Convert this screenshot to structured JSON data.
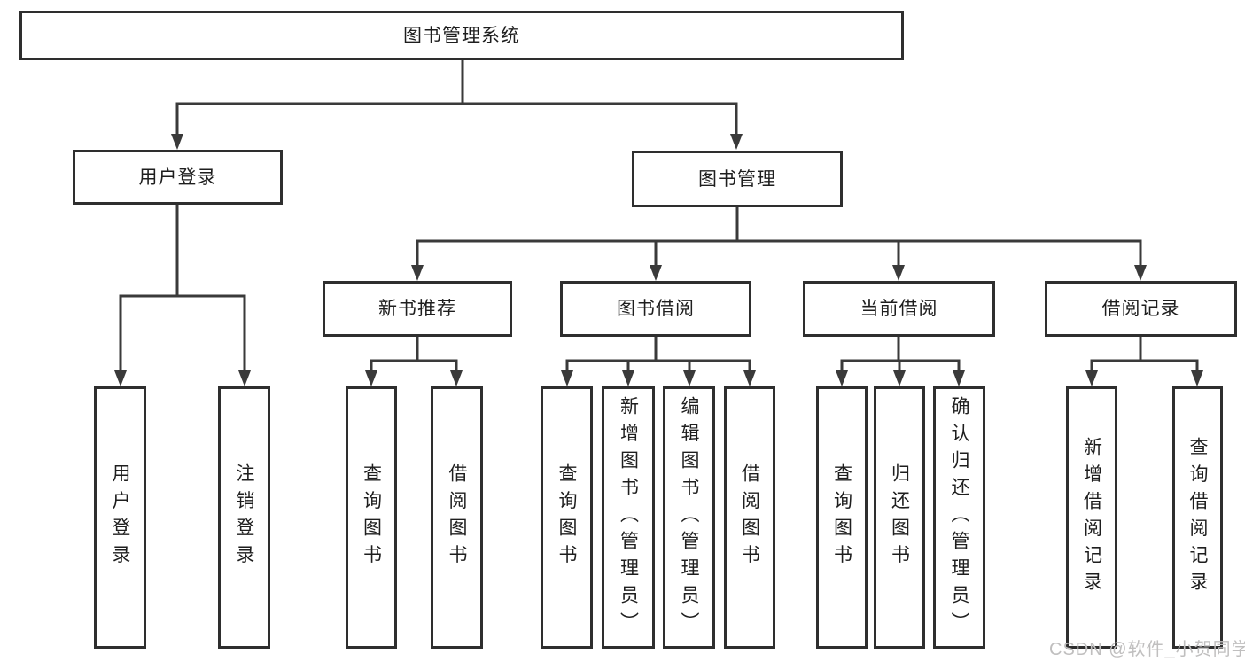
{
  "tree": {
    "root": {
      "label": "图书管理系统",
      "children": [
        {
          "label": "用户登录",
          "children": [
            {
              "label": "用户登录"
            },
            {
              "label": "注销登录"
            }
          ]
        },
        {
          "label": "图书管理",
          "children": [
            {
              "label": "新书推荐",
              "children": [
                {
                  "label": "查询图书"
                },
                {
                  "label": "借阅图书"
                }
              ]
            },
            {
              "label": "图书借阅",
              "children": [
                {
                  "label": "查询图书"
                },
                {
                  "label": "新增图书（管理员）"
                },
                {
                  "label": "编辑图书（管理员）"
                },
                {
                  "label": "借阅图书"
                }
              ]
            },
            {
              "label": "当前借阅",
              "children": [
                {
                  "label": "查询图书"
                },
                {
                  "label": "归还图书"
                },
                {
                  "label": "确认归还（管理员）"
                }
              ]
            },
            {
              "label": "借阅记录",
              "children": [
                {
                  "label": "新增借阅记录"
                },
                {
                  "label": "查询借阅记录"
                }
              ]
            }
          ]
        }
      ]
    }
  },
  "watermark": "CSDN @软件_小贺同学",
  "colors": {
    "line": "#3a3a3a",
    "box_border": "#2e2e2e",
    "text": "#1e1e1e",
    "background": "#ffffff",
    "watermark": "#c0bfbf"
  }
}
